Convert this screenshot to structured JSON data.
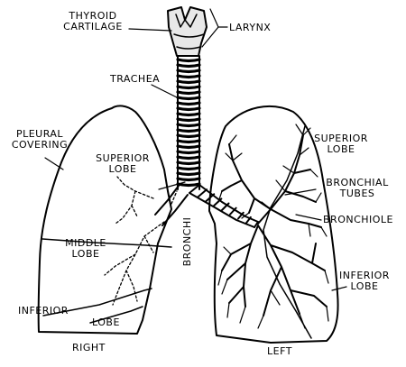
{
  "labels": {
    "thyroid_cartilage": [
      "THYROID",
      "CARTILAGE"
    ],
    "larynx": "LARYNX",
    "trachea": "TRACHEA",
    "pleural_covering": [
      "PLEURAL",
      "COVERING"
    ],
    "superior_lobe_right": [
      "SUPERIOR",
      "LOBE"
    ],
    "superior_lobe_left": [
      "SUPERIOR",
      "LOBE"
    ],
    "bronchial_tubes": [
      "BRONCHIAL",
      "TUBES"
    ],
    "bronchiole": "BRONCHIOLE",
    "middle_lobe": [
      "MIDDLE",
      "LOBE"
    ],
    "bronchi": "BRONCHI",
    "inferior_lobe_left": [
      "INFERIOR",
      "LOBE"
    ],
    "inferior_right": "INFERIOR",
    "lobe_right": "LOBE",
    "right": "RIGHT",
    "left": "LEFT"
  },
  "colors": {
    "ink": "#000000",
    "paper": "#ffffff"
  }
}
